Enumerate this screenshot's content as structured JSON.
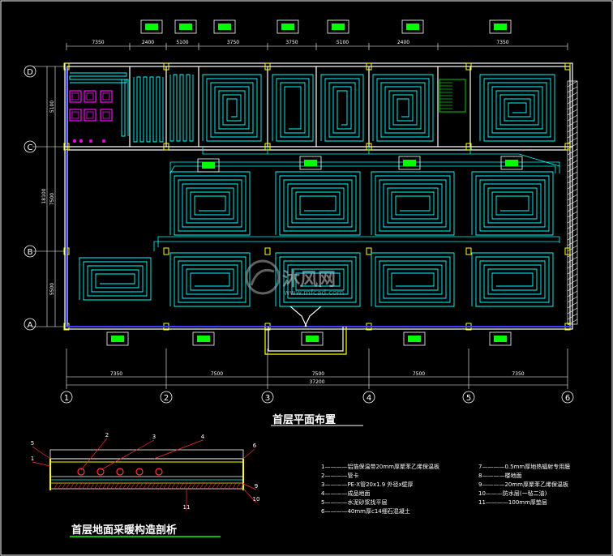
{
  "drawing": {
    "plan_title": "首层平面布置",
    "section_title": "首层地面采暖构造剖析",
    "watermark_text": "沐风网",
    "watermark_url": "www.mfcad.com",
    "axes_h": [
      "1",
      "2",
      "3",
      "4",
      "5",
      "6"
    ],
    "axes_v": [
      "D",
      "C",
      "B",
      "A"
    ],
    "top_dims": [
      "7350",
      "2400",
      "5100",
      "3750",
      "3750",
      "5100",
      "2400",
      "7350"
    ],
    "bottom_dims": [
      "7350",
      "7500",
      "7500",
      "7500",
      "7350"
    ],
    "bottom_total": "37200",
    "left_dims": [
      "5100",
      "7500",
      "5500"
    ],
    "left_total": "18100",
    "section_callouts": [
      "1",
      "2",
      "3",
      "4",
      "5",
      "6",
      "9",
      "10",
      "11"
    ],
    "legend_left": [
      "1————铝箔保温带20mm厚聚苯乙烯保温板",
      "2————管卡",
      "3————PE-X管20x1.9 外径x壁厚",
      "4————成品地面",
      "5————水泥砂浆找平层",
      "6————40mm厚c14细石混凝土"
    ],
    "legend_right": [
      "7————0.5mm厚地热辐射专用膜",
      "8————楼地面",
      "9————20mm厚聚苯乙烯保温板",
      "10———防水层(一毡二油)",
      "11————100mm厚垫层"
    ]
  },
  "colors": {
    "background": "#000000",
    "pipe": "#00ffff",
    "wall": "#ffffff",
    "dim": "#ffffff",
    "title": "#ffffff",
    "manifold": "#00ff00",
    "frame_blue": "#4040ff",
    "accent_yellow": "#ffff00",
    "magenta": "#ff00ff",
    "section_red": "#ff3030"
  }
}
